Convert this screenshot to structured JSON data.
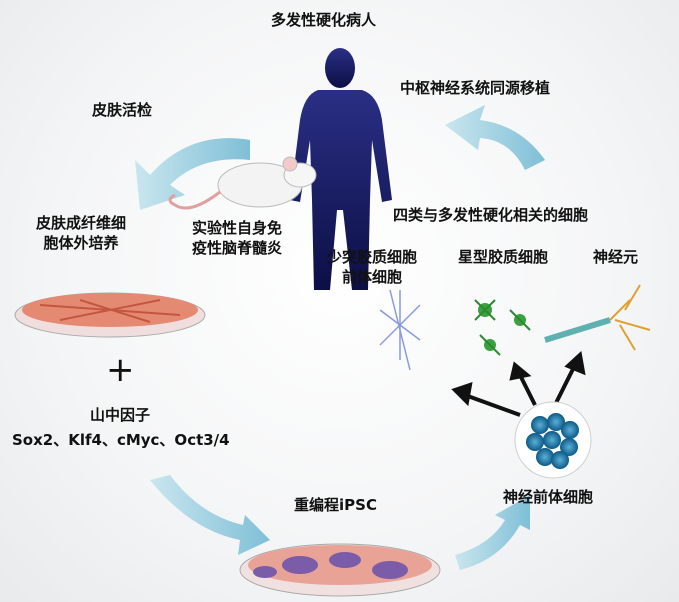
{
  "labels": {
    "patient": "多发性硬化病人",
    "transplant": "中枢神经系统同源移植",
    "biopsy": "皮肤活检",
    "eae_line1": "实验性自身免",
    "eae_line2": "疫性脑脊髓炎",
    "four_cells": "四类与多发性硬化相关的细胞",
    "fibro_line1": "皮肤成纤维细",
    "fibro_line2": "胞体外培养",
    "opc_line1": "少突胶质细胞",
    "opc_line2": "前体细胞",
    "astro": "星型胶质细胞",
    "neuron": "神经元",
    "plus": "+",
    "yamanaka": "山中因子",
    "factors": "Sox2、Klf4、cMyc、Oct3/4",
    "ipsc": "重编程iPSC",
    "npc": "神经前体细胞"
  },
  "colors": {
    "arrow": "#9fd0e0",
    "body": "#1a1f6e",
    "text": "#111111"
  }
}
